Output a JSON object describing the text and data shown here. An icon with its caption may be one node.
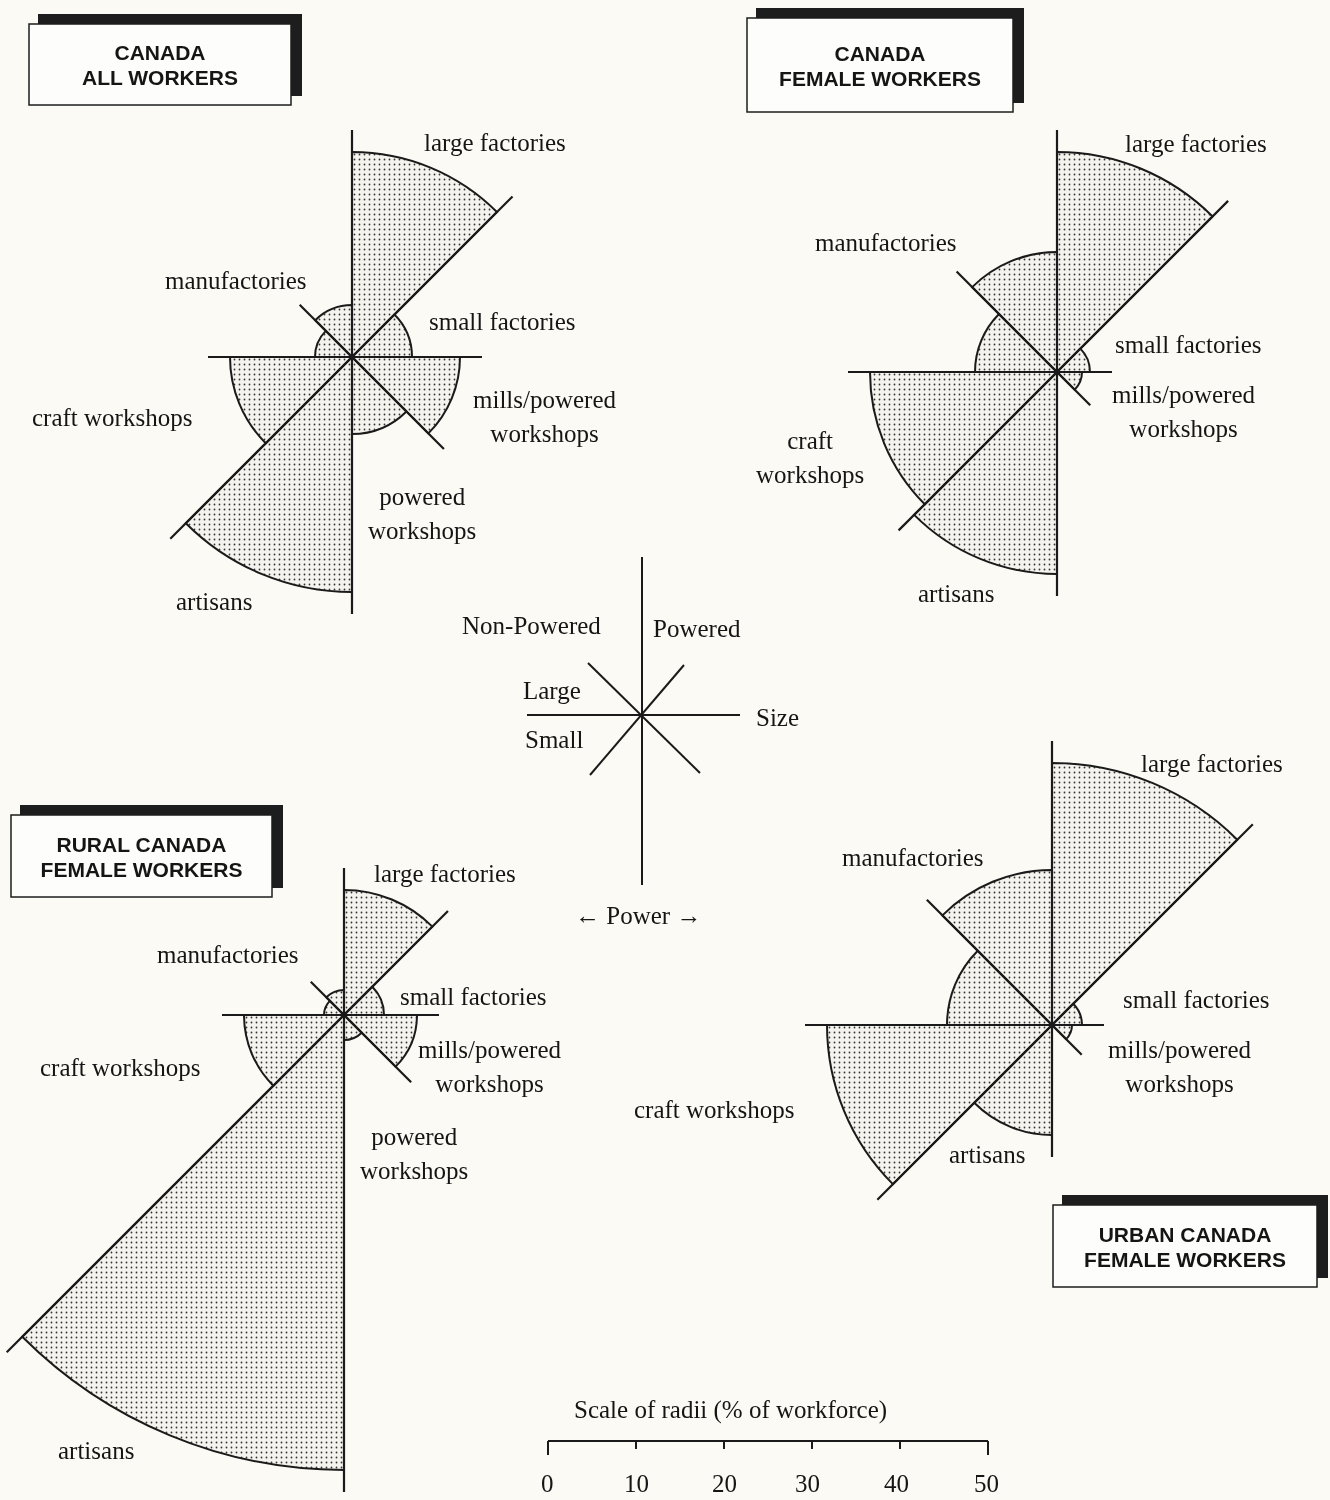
{
  "diagram": {
    "nodes": [
      {
        "text": [
          "CANADA",
          "ALL WORKERS"
        ]
      },
      {
        "text": [
          "CANADA",
          "FEMALE WORKERS"
        ]
      },
      {
        "text": [
          "RURAL CANADA",
          "FEMALE WORKERS"
        ]
      },
      {
        "text": [
          "URBAN CANADA",
          "FEMALE WORKERS"
        ]
      }
    ],
    "labels": [
      "large factories",
      "manufactories",
      "small factories",
      "craft workshops",
      "mills/powered workshops",
      "powered workshops",
      "artisans",
      "large factories",
      "manufactories",
      "small factories",
      "mills/powered workshops",
      "craft workshops",
      "artisans",
      "Non-Powered",
      "Powered",
      "Large",
      "Size",
      "Small",
      "← Power →",
      "large factories",
      "manufactories",
      "large factories",
      "manufactories",
      "small factories",
      "small factories",
      "craft workshops",
      "mills/powered workshops",
      "mills/powered workshops",
      "craft workshops",
      "powered workshops",
      "artisans",
      "artisans",
      "Scale of radii (% of workforce)",
      "0",
      "10",
      "20",
      "30",
      "40",
      "50"
    ]
  }
}
